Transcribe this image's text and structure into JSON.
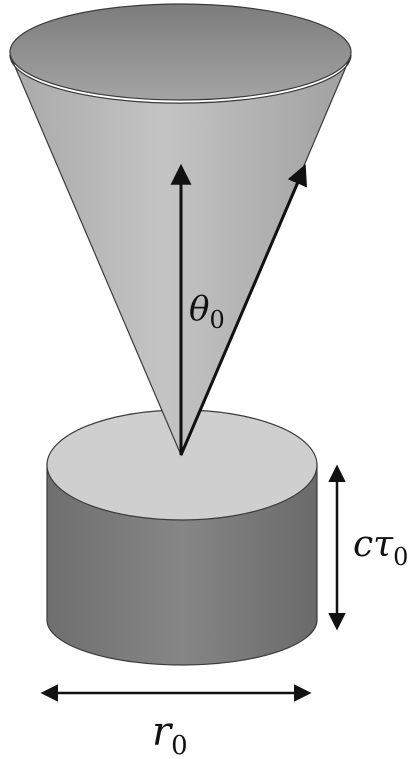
{
  "labels": {
    "angle": {
      "symbol": "θ",
      "subscript": "0"
    },
    "height": {
      "symbol": "cτ",
      "subscript": "0"
    },
    "radius": {
      "symbol": "r",
      "subscript": "0"
    }
  },
  "colors": {
    "cone_body": "#b4b4b4",
    "cone_inner": "#8c8c8c",
    "cylinder_side": "#7d7d7d",
    "cylinder_top": "#cfcfcf",
    "outline": "#3a3a3a",
    "arrows": "#111111"
  }
}
